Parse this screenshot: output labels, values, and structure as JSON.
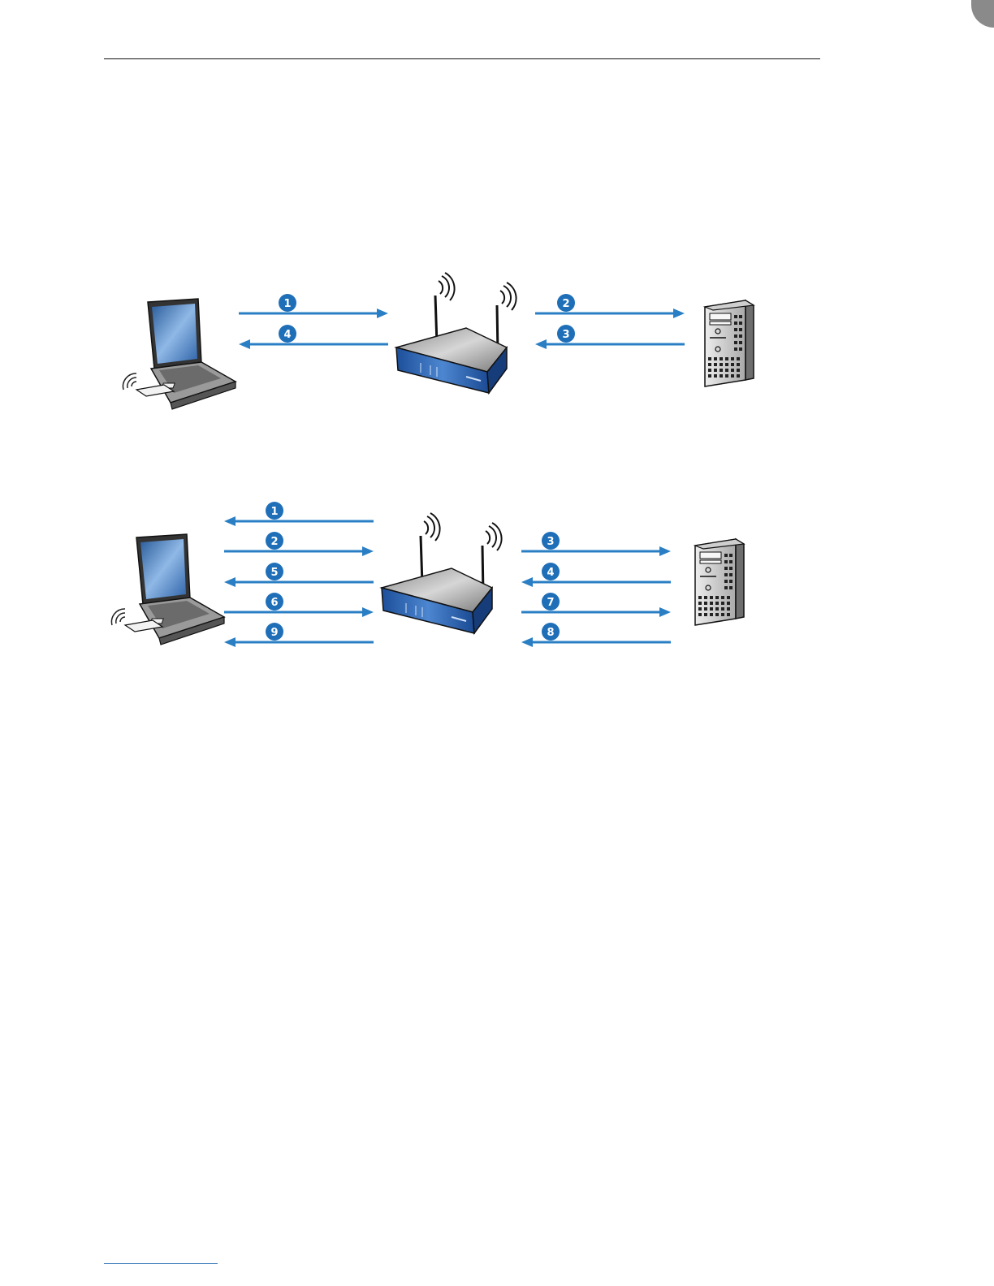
{
  "colors": {
    "arrow": "#2a7fc4",
    "badge": "#1f6fb8"
  },
  "icons": [
    "laptop-wifi-icon",
    "wlan-router-icon",
    "server-tower-icon"
  ],
  "diagram_a": {
    "arrows": [
      {
        "step": "1",
        "dir": "right",
        "side": "left"
      },
      {
        "step": "4",
        "dir": "left",
        "side": "left"
      },
      {
        "step": "2",
        "dir": "right",
        "side": "right"
      },
      {
        "step": "3",
        "dir": "left",
        "side": "right"
      }
    ]
  },
  "diagram_b": {
    "arrows": [
      {
        "step": "1",
        "dir": "left",
        "side": "left"
      },
      {
        "step": "2",
        "dir": "right",
        "side": "left"
      },
      {
        "step": "5",
        "dir": "left",
        "side": "left"
      },
      {
        "step": "6",
        "dir": "right",
        "side": "left"
      },
      {
        "step": "9",
        "dir": "left",
        "side": "left"
      },
      {
        "step": "3",
        "dir": "right",
        "side": "right"
      },
      {
        "step": "4",
        "dir": "left",
        "side": "right"
      },
      {
        "step": "7",
        "dir": "right",
        "side": "right"
      },
      {
        "step": "8",
        "dir": "left",
        "side": "right"
      }
    ]
  }
}
